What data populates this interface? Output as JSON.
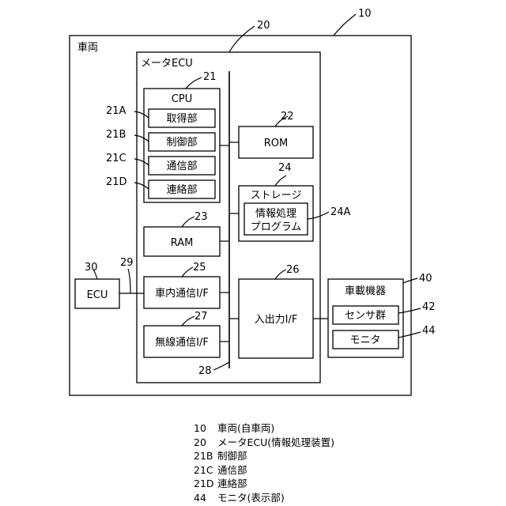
{
  "diagram": {
    "vehicle": {
      "ref": "10",
      "label": "車両"
    },
    "meter_ecu": {
      "ref": "20",
      "label": "メータECU"
    },
    "cpu": {
      "ref": "21",
      "label": "CPU"
    },
    "acquisition": {
      "ref": "21A",
      "label": "取得部"
    },
    "control": {
      "ref": "21B",
      "label": "制御部"
    },
    "communication": {
      "ref": "21C",
      "label": "通信部"
    },
    "contact": {
      "ref": "21D",
      "label": "連絡部"
    },
    "rom": {
      "ref": "22",
      "label": "ROM"
    },
    "ram": {
      "ref": "23",
      "label": "RAM"
    },
    "storage": {
      "ref": "24",
      "label": "ストレージ"
    },
    "program": {
      "ref": "24A",
      "line1": "情報処理",
      "line2": "プログラム"
    },
    "in_vehicle_if": {
      "ref": "25",
      "label": "車内通信I/F"
    },
    "io_if": {
      "ref": "26",
      "label": "入出力I/F"
    },
    "wireless_if": {
      "ref": "27",
      "label": "無線通信I/F"
    },
    "bus": {
      "ref": "28"
    },
    "ext_line": {
      "ref": "29"
    },
    "ecu": {
      "ref": "30",
      "label": "ECU"
    },
    "onboard": {
      "ref": "40",
      "label": "車載機器"
    },
    "sensors": {
      "ref": "42",
      "label": "センサ群"
    },
    "monitor": {
      "ref": "44",
      "label": "モニタ"
    }
  },
  "legend": [
    {
      "num": "10",
      "text": "車両(自車両)"
    },
    {
      "num": "20",
      "text": "メータECU(情報処理装置)"
    },
    {
      "num": "21B",
      "text": "制御部"
    },
    {
      "num": "21C",
      "text": "通信部"
    },
    {
      "num": "21D",
      "text": "連絡部"
    },
    {
      "num": "44",
      "text": "モニタ(表示部)"
    }
  ]
}
